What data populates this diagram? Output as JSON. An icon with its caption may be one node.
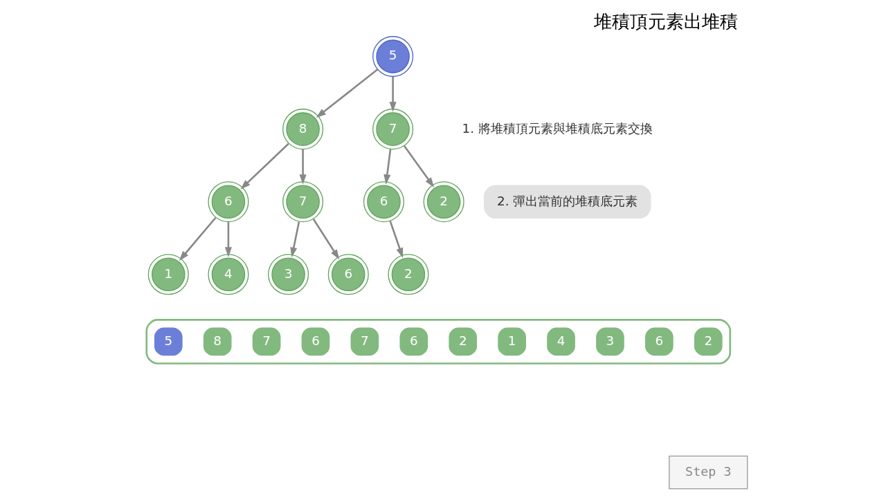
{
  "diagram": {
    "title": "堆積頂元素出堆積",
    "nodes": [
      {
        "text": [
          "5"
        ]
      },
      {
        "text": [
          "8"
        ]
      },
      {
        "text": [
          "7"
        ]
      },
      {
        "text": [
          "6"
        ]
      },
      {
        "text": [
          "7"
        ]
      },
      {
        "text": [
          "6"
        ]
      },
      {
        "text": [
          "2"
        ]
      },
      {
        "text": [
          "1"
        ]
      },
      {
        "text": [
          "4"
        ]
      },
      {
        "text": [
          "3"
        ]
      },
      {
        "text": [
          "6"
        ]
      },
      {
        "text": [
          "2"
        ]
      },
      {
        "text": [],
        "shape": "bar"
      },
      {
        "text": [
          "5"
        ],
        "in": 12
      },
      {
        "text": [
          "8"
        ],
        "in": 12
      },
      {
        "text": [
          "7"
        ],
        "in": 12
      },
      {
        "text": [
          "6"
        ],
        "in": 12
      },
      {
        "text": [
          "7"
        ],
        "in": 12
      },
      {
        "text": [
          "6"
        ],
        "in": 12
      },
      {
        "text": [
          "2"
        ],
        "in": 12
      },
      {
        "text": [
          "1"
        ],
        "in": 12
      },
      {
        "text": [
          "4"
        ],
        "in": 12
      },
      {
        "text": [
          "3"
        ],
        "in": 12
      },
      {
        "text": [
          "6"
        ],
        "in": 12
      },
      {
        "text": [
          "2"
        ],
        "in": 12
      },
      {
        "text": [
          "2. 彈出當前的堆積底元素"
        ]
      },
      {
        "text": [
          "Step 3"
        ]
      }
    ],
    "edges": [
      {
        "from": 0,
        "to": 1,
        "arrow": "to"
      },
      {
        "from": 0,
        "to": 2,
        "arrow": "to"
      },
      {
        "from": 1,
        "to": 3,
        "arrow": "to"
      },
      {
        "from": 1,
        "to": 4,
        "arrow": "to"
      },
      {
        "from": 2,
        "to": 5,
        "arrow": "to"
      },
      {
        "from": 2,
        "to": 6,
        "arrow": "to"
      },
      {
        "from": 3,
        "to": 7,
        "arrow": "to"
      },
      {
        "from": 3,
        "to": 8,
        "arrow": "to"
      },
      {
        "from": 4,
        "to": 9,
        "arrow": "to"
      },
      {
        "from": 4,
        "to": 10,
        "arrow": "to"
      },
      {
        "from": 5,
        "to": 11,
        "arrow": "to"
      }
    ],
    "labels": [
      "1. 將堆積頂元素與堆積底元素交換"
    ]
  }
}
